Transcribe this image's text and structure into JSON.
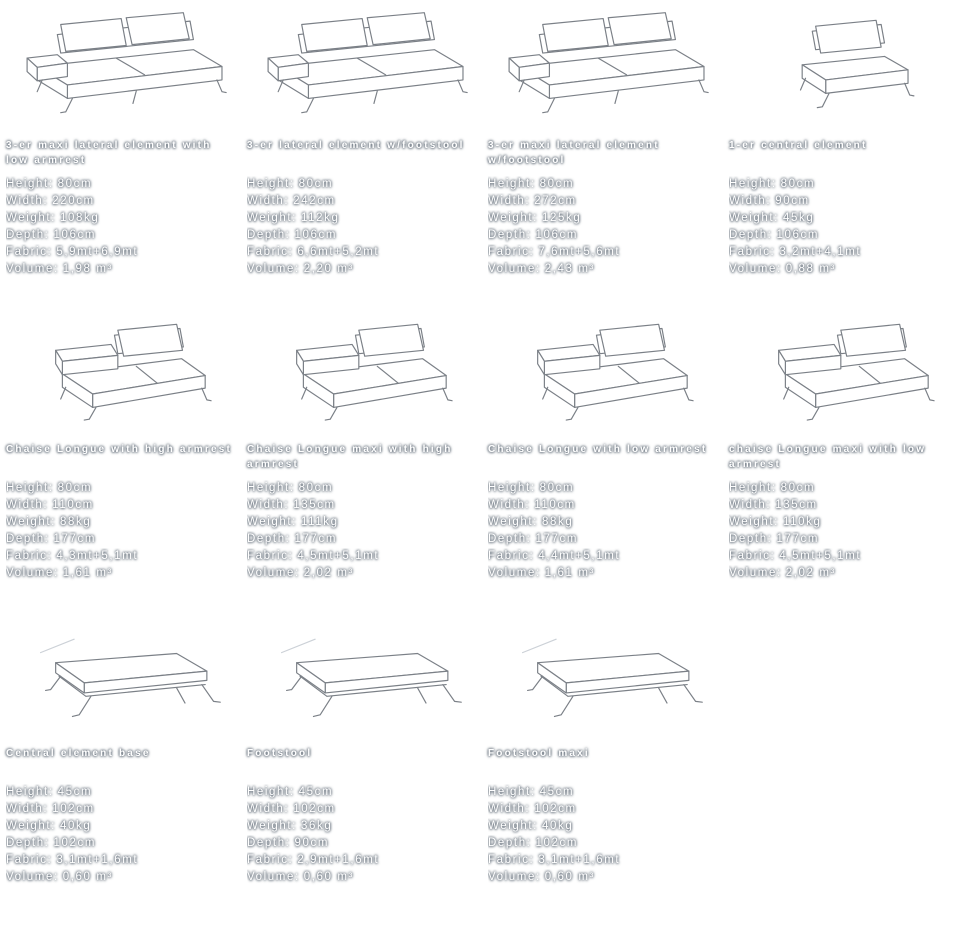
{
  "labels": {
    "height": "Height:",
    "width": "Width:",
    "weight": "Weight:",
    "depth": "Depth:",
    "fabric": "Fabric:",
    "volume": "Volume:"
  },
  "items": [
    {
      "title": "3-er maxi lateral element with low armrest",
      "drawing": "sofa",
      "specs": {
        "height": "80cm",
        "width": "220cm",
        "weight": "108kg",
        "depth": "106cm",
        "fabric": "5,9mt+6,9mt",
        "volume": "1,98 m³"
      }
    },
    {
      "title": "3-er lateral element w/footstool",
      "drawing": "sofa",
      "specs": {
        "height": "80cm",
        "width": "242cm",
        "weight": "112kg",
        "depth": "106cm",
        "fabric": "6,6mt+5,2mt",
        "volume": "2,20 m³"
      }
    },
    {
      "title": "3-er maxi lateral element w/footstool",
      "drawing": "sofa",
      "specs": {
        "height": "80cm",
        "width": "272cm",
        "weight": "125kg",
        "depth": "106cm",
        "fabric": "7,6mt+5,6mt",
        "volume": "2,43 m³"
      }
    },
    {
      "title": "1-er central element",
      "drawing": "armchair",
      "specs": {
        "height": "80cm",
        "width": "90cm",
        "weight": "45kg",
        "depth": "106cm",
        "fabric": "3,2mt+4,1mt",
        "volume": "0,88 m³"
      }
    },
    {
      "title": "Chaise Longue with high armrest",
      "drawing": "chaise",
      "specs": {
        "height": "80cm",
        "width": "110cm",
        "weight": "88kg",
        "depth": "177cm",
        "fabric": "4,3mt+5,1mt",
        "volume": "1,61 m³"
      }
    },
    {
      "title": "Chaise Longue maxi with high armrest",
      "drawing": "chaise",
      "specs": {
        "height": "80cm",
        "width": "135cm",
        "weight": "111kg",
        "depth": "177cm",
        "fabric": "4,5mt+5,1mt",
        "volume": "2,02 m³"
      }
    },
    {
      "title": "Chaise Longue with low armrest",
      "drawing": "chaise",
      "specs": {
        "height": "80cm",
        "width": "110cm",
        "weight": "88kg",
        "depth": "177cm",
        "fabric": "4,4mt+5,1mt",
        "volume": "1,61 m³"
      }
    },
    {
      "title": "chaise Longue maxi with low armrest",
      "drawing": "chaise",
      "specs": {
        "height": "80cm",
        "width": "135cm",
        "weight": "110kg",
        "depth": "177cm",
        "fabric": "4,5mt+5,1mt",
        "volume": "2,02 m³"
      }
    },
    {
      "title": "Central element base",
      "drawing": "ottoman",
      "specs": {
        "height": "45cm",
        "width": "102cm",
        "weight": "40kg",
        "depth": "102cm",
        "fabric": "3,1mt+1,6mt",
        "volume": "0,60 m³"
      }
    },
    {
      "title": "Footstool",
      "drawing": "ottoman",
      "specs": {
        "height": "45cm",
        "width": "102cm",
        "weight": "36kg",
        "depth": "90cm",
        "fabric": "2,9mt+1,6mt",
        "volume": "0,60 m³"
      }
    },
    {
      "title": "Footstool maxi",
      "drawing": "ottoman",
      "specs": {
        "height": "45cm",
        "width": "102cm",
        "weight": "40kg",
        "depth": "102cm",
        "fabric": "3,1mt+1,6mt",
        "volume": "0,60 m³"
      }
    }
  ]
}
